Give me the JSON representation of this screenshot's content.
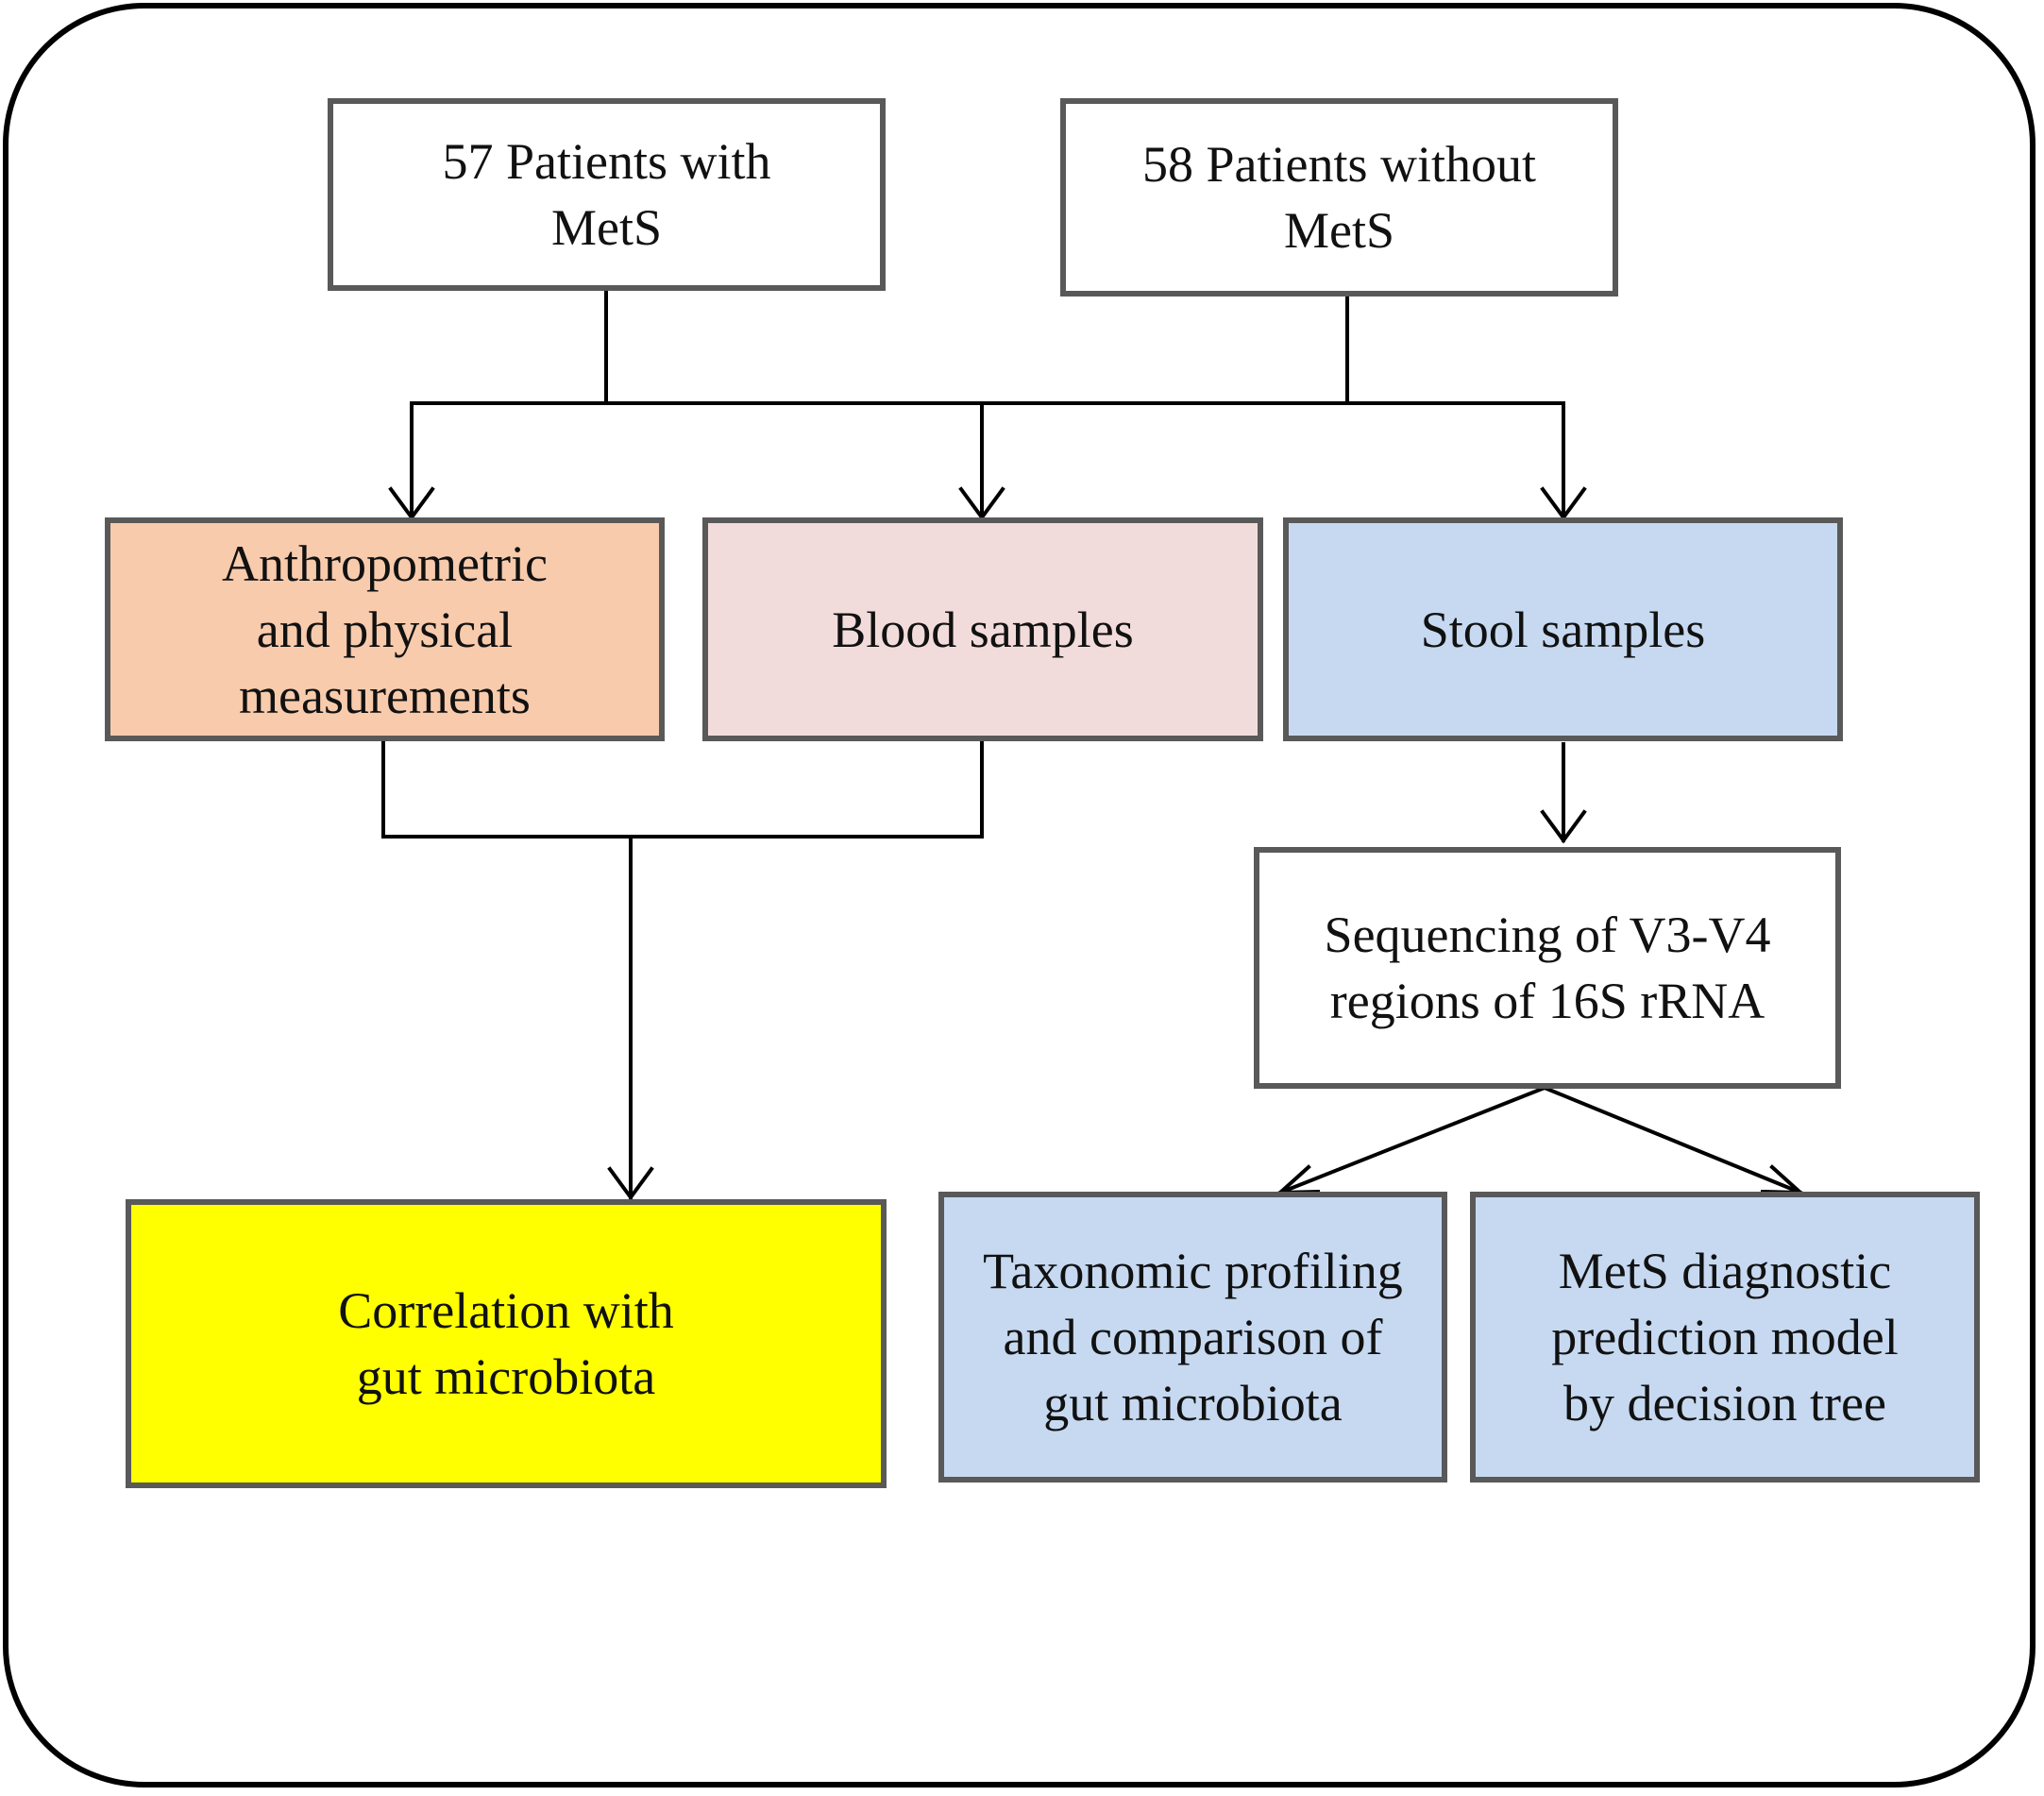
{
  "colors": {
    "white": "#ffffff",
    "orange": "#f8cbad",
    "pink": "#f2dcdb",
    "blue": "#c6d9f1",
    "yellow": "#ffff00",
    "border": "#595959",
    "frame": "#000000",
    "line": "#000000"
  },
  "boxes": {
    "with_mets": "57 Patients with\nMetS",
    "without_mets": "58 Patients without\nMetS",
    "anthropometric": "Anthropometric\nand physical\nmeasurements",
    "blood": "Blood samples",
    "stool": "Stool samples",
    "sequencing": "Sequencing of V3-V4\nregions of 16S rRNA",
    "correlation": "Correlation with\ngut microbiota",
    "taxonomic": "Taxonomic profiling\nand comparison of\ngut microbiota",
    "prediction": "MetS diagnostic\nprediction model\nby decision tree"
  }
}
